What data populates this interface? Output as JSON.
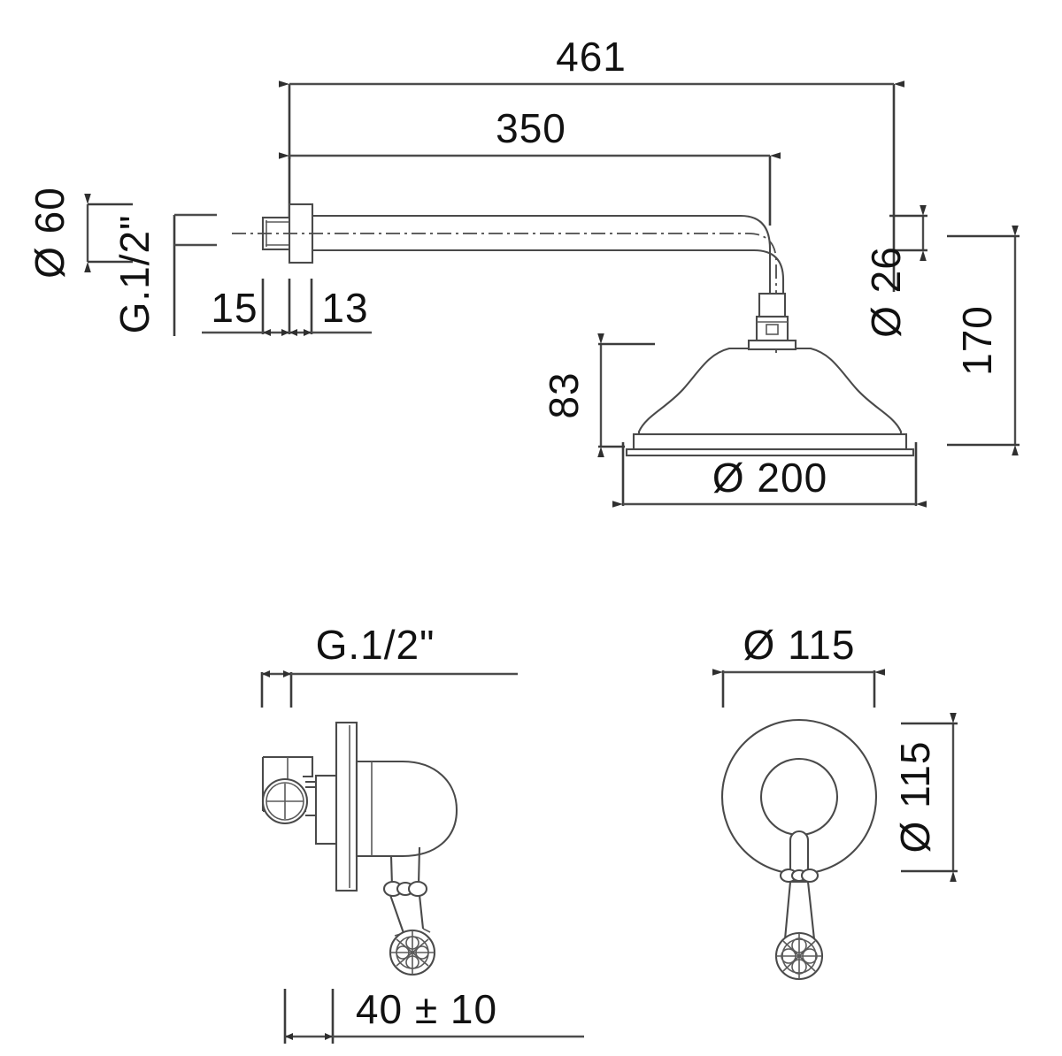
{
  "drawing": {
    "title": "Shower set technical dimension drawing",
    "units": "mm",
    "line_color": "#4a4a4a",
    "dim_color": "#4c4c4c",
    "text_color": "#111111",
    "background": "#ffffff"
  },
  "views": {
    "top": {
      "name": "shower-arm-and-head-side-view",
      "dimensions": {
        "overall_length": "461",
        "arm_projection": "350",
        "wall_flange_diameter": "Ø 60",
        "inlet_thread": "G.1/2\"",
        "thread_length": "15",
        "flange_thickness": "13",
        "arm_tube_diameter": "Ø 26",
        "total_drop_height": "170",
        "head_height": "83",
        "head_diameter": "Ø 200"
      }
    },
    "bottom_left": {
      "name": "concealed-mixer-side-view",
      "dimensions": {
        "connection_thread": "G.1/2\"",
        "wall_depth": "40 ± 10"
      }
    },
    "bottom_right": {
      "name": "concealed-mixer-front-view",
      "dimensions": {
        "plate_diameter_horizontal": "Ø 115",
        "plate_diameter_vertical": "Ø 115"
      }
    }
  }
}
